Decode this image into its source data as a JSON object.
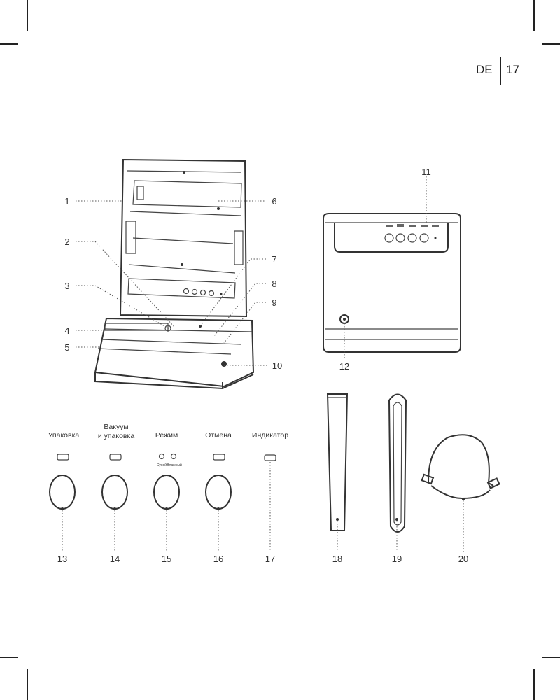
{
  "header": {
    "lang": "DE",
    "page_number": "17"
  },
  "callouts": [
    "1",
    "2",
    "3",
    "4",
    "5",
    "6",
    "7",
    "8",
    "9",
    "10",
    "11",
    "12",
    "13",
    "14",
    "15",
    "16",
    "17",
    "18",
    "19",
    "20"
  ],
  "buttons": {
    "pack": "Упаковка",
    "vacuum_line1": "Вакуум",
    "vacuum_line2": "и упаковка",
    "mode": "Режим",
    "mode_dry": "Сухой",
    "mode_wet": "Влажный",
    "cancel": "Отмена",
    "indicator": "Индикатор"
  }
}
